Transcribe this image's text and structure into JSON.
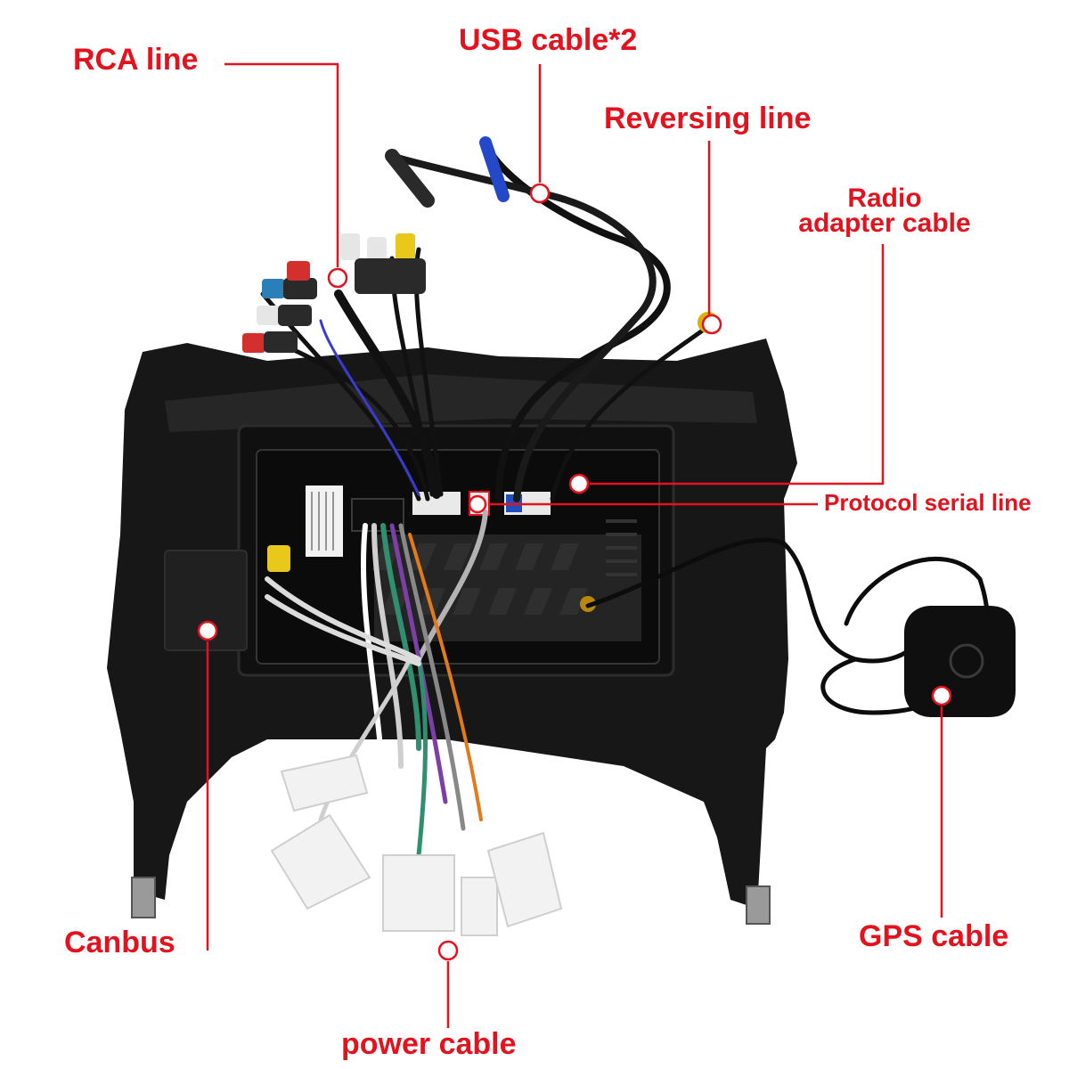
{
  "colors": {
    "callout": "#e3121d",
    "unit_body": "#141414",
    "unit_frame": "#1f1f1f",
    "connector_white": "#f2f2f2",
    "background": "#ffffff"
  },
  "callouts": {
    "rca_line": "RCA line",
    "usb_cable": "USB cable*2",
    "reversing_line": "Reversing line",
    "radio_adapter_line1": "Radio",
    "radio_adapter_line2": "adapter cable",
    "protocol_serial_line": "Protocol serial line",
    "canbus": "Canbus",
    "gps_cable": "GPS cable",
    "power_cable": "power cable"
  },
  "icons": {
    "marker": "ring-marker-icon",
    "rca_plugs": "rca-plug-icon",
    "gps_antenna": "gps-antenna-icon"
  }
}
